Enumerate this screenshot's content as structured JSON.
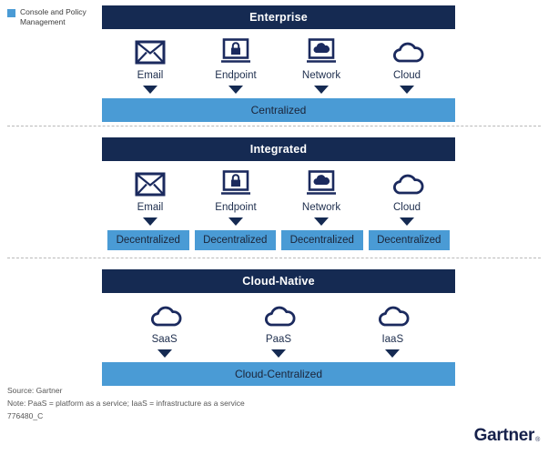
{
  "legend": {
    "swatch_color": "#4a9bd5",
    "label": "Console and Policy Management"
  },
  "colors": {
    "header_navy": "#152a52",
    "bar_blue": "#4a9bd5",
    "icon_navy": "#1b2a5e",
    "divider_gray": "#b9b9b9"
  },
  "sections": [
    {
      "id": "enterprise",
      "title": "Enterprise",
      "items": [
        {
          "label": "Email",
          "icon": "envelope-icon"
        },
        {
          "label": "Endpoint",
          "icon": "laptop-lock-icon"
        },
        {
          "label": "Network",
          "icon": "laptop-cloud-icon"
        },
        {
          "label": "Cloud",
          "icon": "cloud-icon"
        }
      ],
      "bottom_type": "single",
      "bottom_label": "Centralized"
    },
    {
      "id": "integrated",
      "title": "Integrated",
      "items": [
        {
          "label": "Email",
          "icon": "envelope-icon"
        },
        {
          "label": "Endpoint",
          "icon": "laptop-lock-icon"
        },
        {
          "label": "Network",
          "icon": "laptop-cloud-icon"
        },
        {
          "label": "Cloud",
          "icon": "cloud-icon"
        }
      ],
      "bottom_type": "multi",
      "bottom_labels": [
        "Decentralized",
        "Decentralized",
        "Decentralized",
        "Decentralized"
      ]
    },
    {
      "id": "cloudnative",
      "title": "Cloud-Native",
      "items": [
        {
          "label": "SaaS",
          "icon": "cloud-icon"
        },
        {
          "label": "PaaS",
          "icon": "cloud-icon"
        },
        {
          "label": "IaaS",
          "icon": "cloud-icon"
        }
      ],
      "bottom_type": "single",
      "bottom_label": "Cloud-Centralized"
    }
  ],
  "footer": {
    "source": "Source: Gartner",
    "note": "Note: PaaS = platform as a service; IaaS = infrastructure as a service",
    "doc_id": "776480_C"
  },
  "brand": {
    "name": "Gartner",
    "trademark": "®"
  }
}
